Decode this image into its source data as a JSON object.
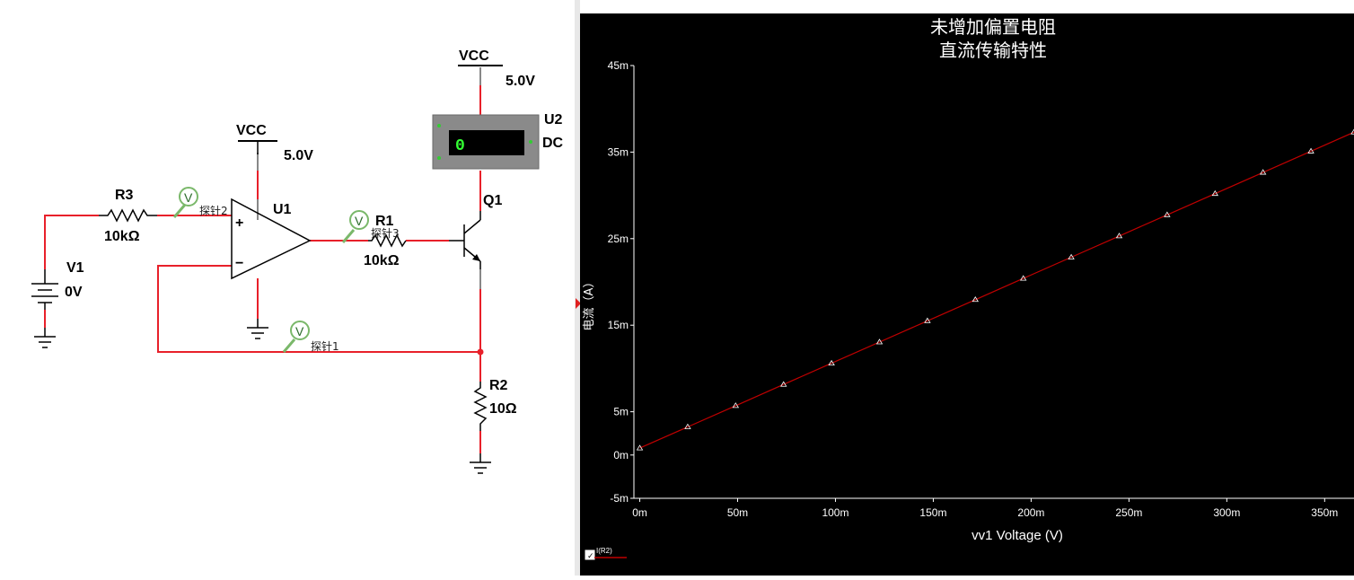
{
  "schematic": {
    "vcc1": {
      "label": "VCC",
      "value": "5.0V"
    },
    "vcc2": {
      "label": "VCC",
      "value": "5.0V"
    },
    "r3": {
      "name": "R3",
      "value": "10kΩ"
    },
    "r1": {
      "name": "R1",
      "value": "10kΩ"
    },
    "r2": {
      "name": "R2",
      "value": "10Ω"
    },
    "v1": {
      "name": "V1",
      "value": "0V"
    },
    "u1": {
      "name": "U1",
      "plus": "+",
      "minus": "−"
    },
    "q1": {
      "name": "Q1"
    },
    "u2": {
      "name": "U2",
      "mode": "DC",
      "reading": "0"
    },
    "probes": [
      {
        "symbol": "V",
        "label": "探针2"
      },
      {
        "symbol": "V",
        "label": "探针3"
      },
      {
        "symbol": "V",
        "label": "探针1"
      }
    ]
  },
  "chart_data": {
    "type": "line",
    "title": "未增加偏置电阻",
    "subtitle": "直流传输特性",
    "xlabel": "vv1 Voltage (V)",
    "ylabel": "电流（A）",
    "x_ticks": [
      "0m",
      "50m",
      "100m",
      "150m",
      "200m",
      "250m",
      "300m",
      "350m"
    ],
    "x_tick_values": [
      0,
      50,
      100,
      150,
      200,
      250,
      300,
      350
    ],
    "y_ticks": [
      "-5m",
      "0m",
      "5m",
      "15m",
      "25m",
      "35m",
      "45m"
    ],
    "y_tick_values": [
      -5,
      0,
      5,
      15,
      25,
      35,
      45
    ],
    "xlim": [
      -3,
      365
    ],
    "ylim": [
      -5,
      45
    ],
    "series": [
      {
        "name": "I(R2)",
        "color": "#c00000",
        "x": [
          0,
          24.5,
          49,
          73.5,
          98,
          122.5,
          147,
          171.5,
          196,
          220.5,
          245,
          269.5,
          294,
          318.5,
          343,
          365
        ],
        "y": [
          0.8,
          3.25,
          5.7,
          8.15,
          10.6,
          13.05,
          15.5,
          17.95,
          20.4,
          22.85,
          25.3,
          27.75,
          30.2,
          32.65,
          35.1,
          37.3
        ]
      }
    ],
    "legend": {
      "label": "I(R2)"
    }
  },
  "colors": {
    "wire": "#e8202a",
    "plot_bg": "#000000",
    "trace": "#c00000",
    "probe": "#7ab86a"
  }
}
